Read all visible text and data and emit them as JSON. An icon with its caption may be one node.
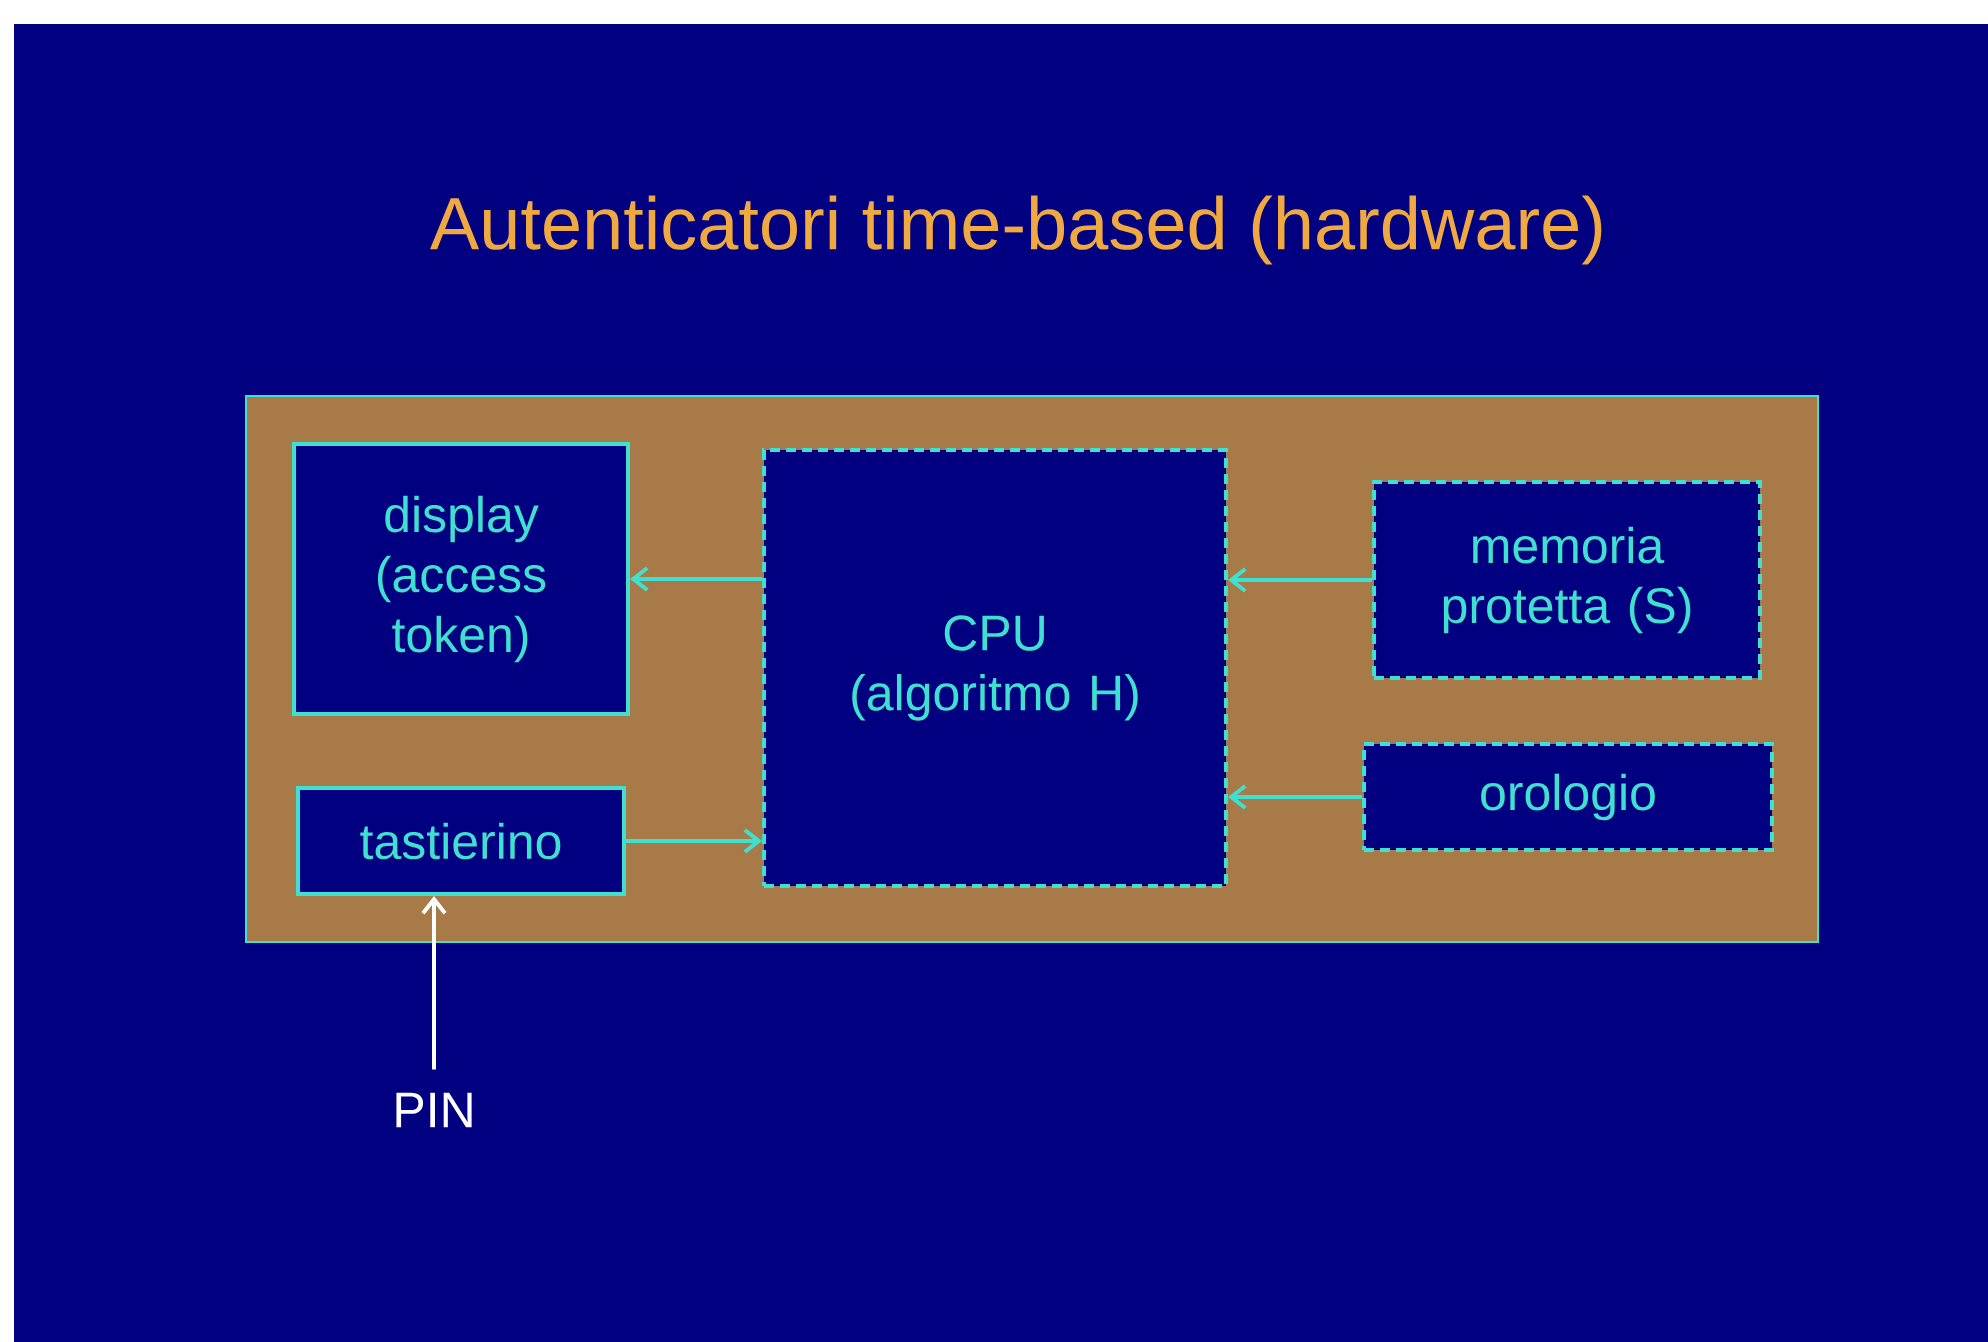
{
  "diagram": {
    "title": "Autenticatori time-based (hardware)",
    "nodes": [
      {
        "text": [],
        "shape": "box"
      },
      {
        "text": [
          "display (access token)"
        ],
        "in": 0
      },
      {
        "text": [
          "tastierino"
        ],
        "in": 0
      },
      {
        "text": [
          "CPU (algoritmo H)"
        ],
        "in": 0
      },
      {
        "text": [
          "memoria protetta (S)"
        ],
        "in": 0
      },
      {
        "text": [
          "orologio"
        ],
        "in": 0
      },
      {
        "text": [
          "PIN"
        ]
      }
    ],
    "edges": [
      {
        "from": 3,
        "to": 1,
        "arrow": "to"
      },
      {
        "from": 4,
        "to": 3,
        "arrow": "to"
      },
      {
        "from": 5,
        "to": 3,
        "arrow": "to"
      },
      {
        "from": 2,
        "to": 3,
        "arrow": "to"
      },
      {
        "from": 6,
        "to": 2,
        "arrow": "to",
        "color": "#ffffff"
      }
    ]
  }
}
